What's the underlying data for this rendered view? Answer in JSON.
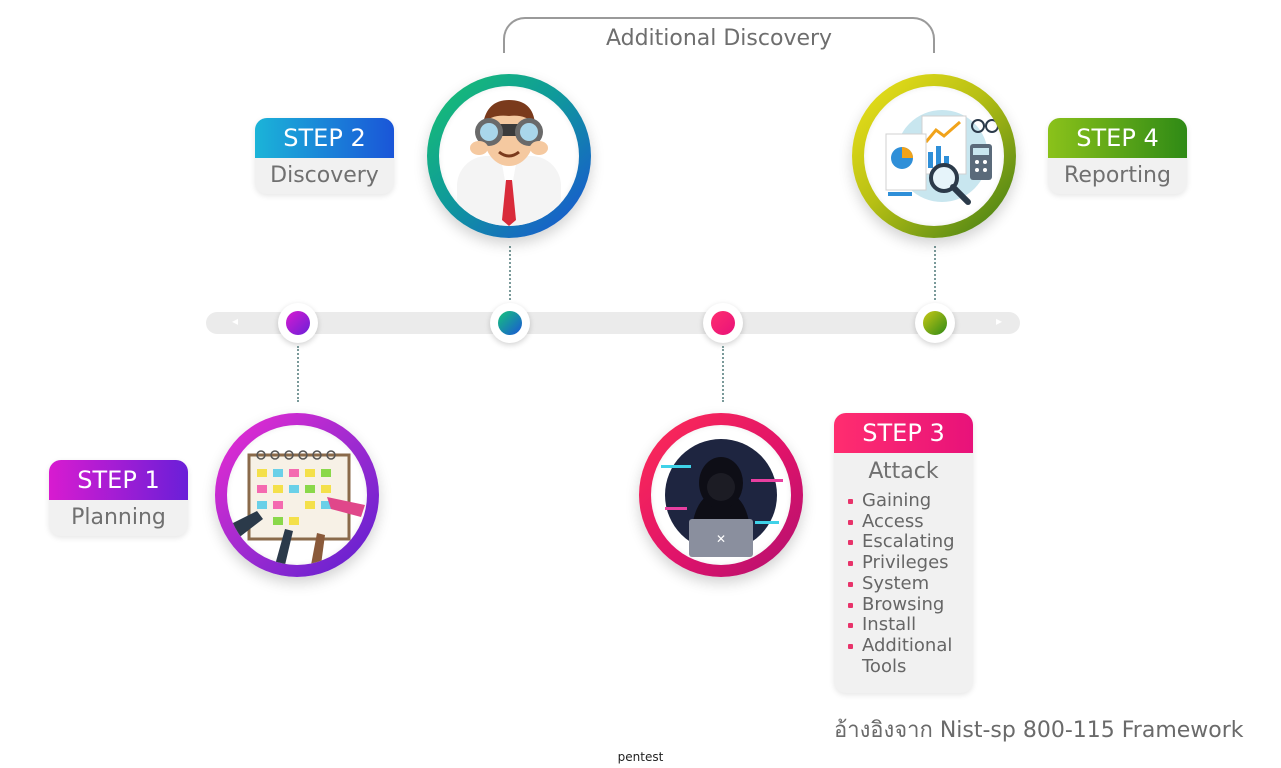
{
  "additional_discovery": "Additional Discovery",
  "steps": [
    {
      "head": "STEP 1",
      "sub": "Planning",
      "colors": [
        "#d81bd0",
        "#6a1fd8"
      ]
    },
    {
      "head": "STEP 2",
      "sub": "Discovery",
      "colors": [
        "#1bb4d8",
        "#1a55d8"
      ]
    },
    {
      "head": "STEP 3",
      "sub": "Attack",
      "colors": [
        "#ff2d6f",
        "#e8127a"
      ]
    },
    {
      "head": "STEP 4",
      "sub": "Reporting",
      "colors": [
        "#8bc21a",
        "#2f8a16"
      ]
    }
  ],
  "attack_items": [
    "Gaining",
    "Access",
    "Escalating",
    "Privileges",
    "System",
    "Browsing",
    "Install",
    "Additional",
    "Tools"
  ],
  "credit": "อ้างอิงจาก Nist-sp 800-115 Framework",
  "caption": "pentest",
  "icons": [
    "planning-board-icon",
    "binoculars-man-icon",
    "hacker-laptop-icon",
    "report-analytics-icon"
  ]
}
